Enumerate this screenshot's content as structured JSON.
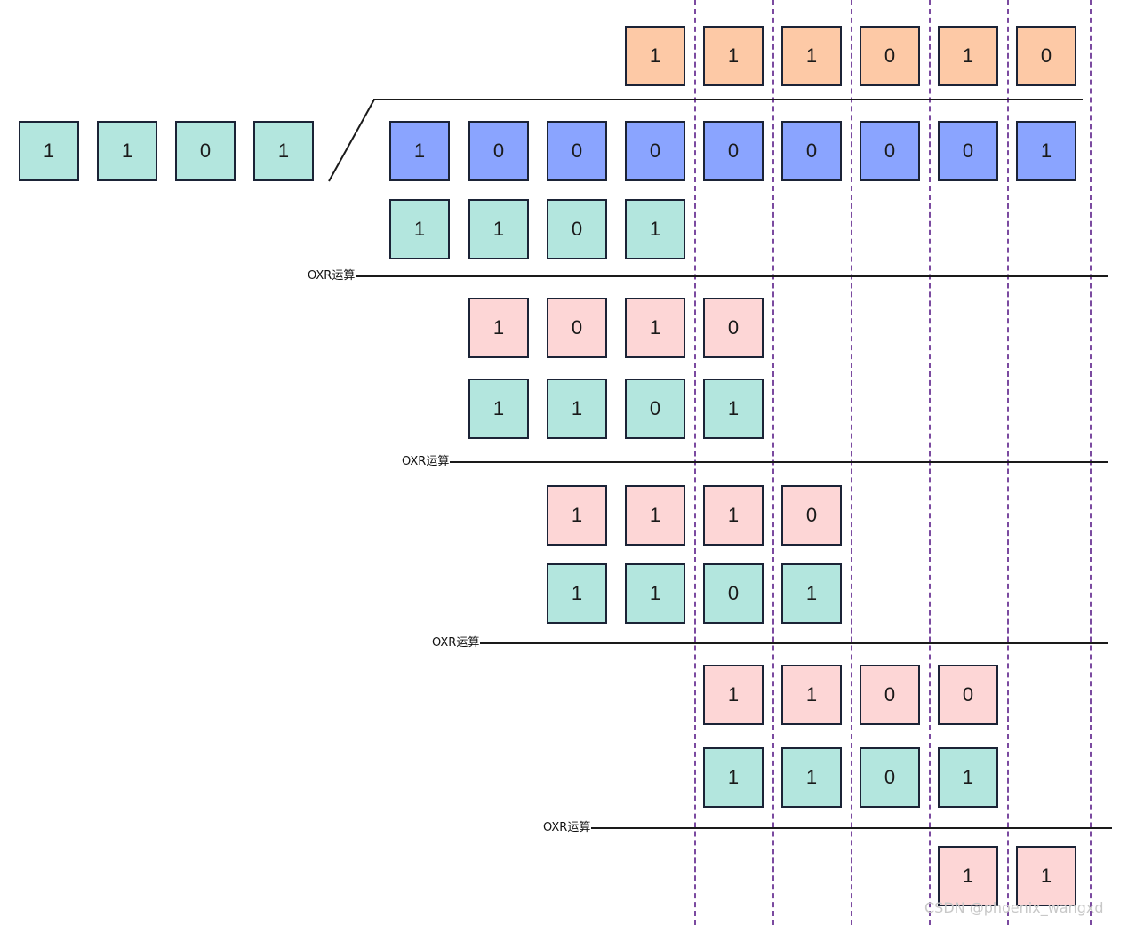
{
  "colors": {
    "teal": "#b3e6de",
    "blue": "#8aa4ff",
    "orange": "#fdc9a6",
    "pink": "#fdd6d6",
    "guide": "#7b4aa0",
    "border": "#1b2336"
  },
  "divisor": [
    "1",
    "1",
    "0",
    "1"
  ],
  "dividend": [
    "1",
    "0",
    "0",
    "0",
    "0",
    "0",
    "0",
    "0",
    "1"
  ],
  "quotient": [
    "1",
    "1",
    "1",
    "0",
    "1",
    "0"
  ],
  "steps": [
    {
      "label": "OXR运算",
      "partial": [
        "1",
        "0",
        "1",
        "0"
      ],
      "divisor": [
        "1",
        "1",
        "0",
        "1"
      ]
    },
    {
      "label": "OXR运算",
      "partial": [
        "1",
        "1",
        "1",
        "0"
      ],
      "divisor": [
        "1",
        "1",
        "0",
        "1"
      ]
    },
    {
      "label": "OXR运算",
      "partial": [
        "1",
        "1",
        "0",
        "0"
      ],
      "divisor": [
        "1",
        "1",
        "0",
        "1"
      ]
    },
    {
      "label": "OXR运算",
      "partial": [],
      "divisor": []
    }
  ],
  "first_divisor_row": [
    "1",
    "1",
    "0",
    "1"
  ],
  "remainder": [
    "1",
    "1"
  ],
  "watermark": "CSDN @phoenix_wangxd"
}
